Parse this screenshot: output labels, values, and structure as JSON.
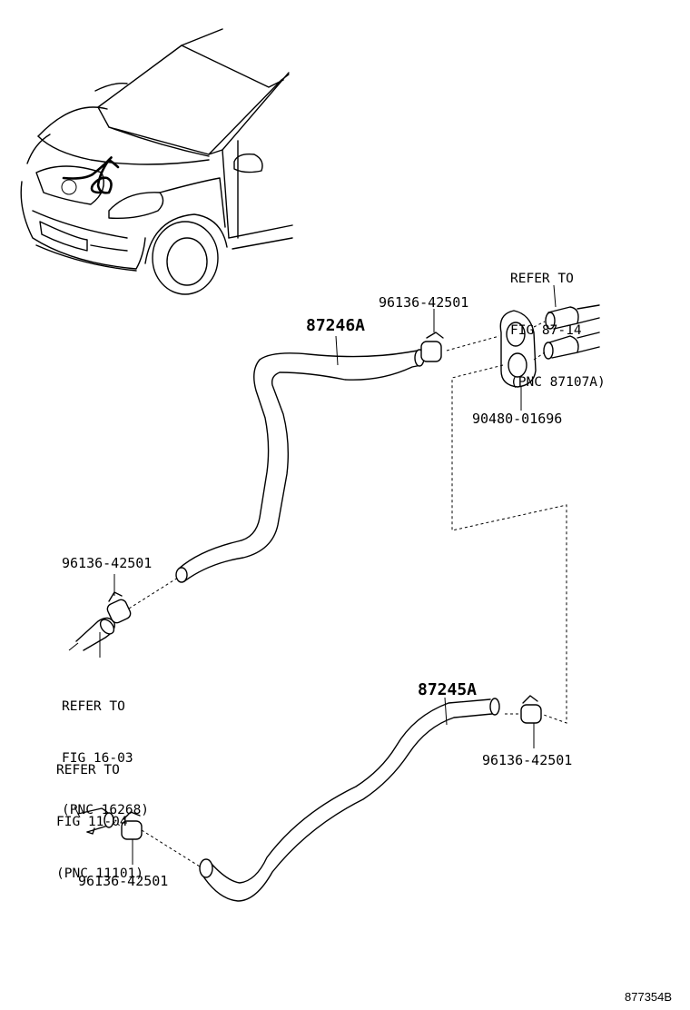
{
  "diagram": {
    "labels": {
      "hose_upper": "87246A",
      "hose_lower": "87245A",
      "clamp_top": "96136-42501",
      "clamp_left": "96136-42501",
      "clamp_right": "96136-42501",
      "clamp_bottom": "96136-42501",
      "grommet": "90480-01696"
    },
    "refs": {
      "fig_87_14": [
        "REFER TO",
        "FIG 87-14",
        "(PNC 87107A)"
      ],
      "fig_16_03": [
        "REFER TO",
        "FIG 16-03",
        "(PNC 16268)"
      ],
      "fig_11_04": [
        "REFER TO",
        "FIG 11-04",
        "(PNC 11101)"
      ]
    },
    "diagram_code": "877354B"
  }
}
